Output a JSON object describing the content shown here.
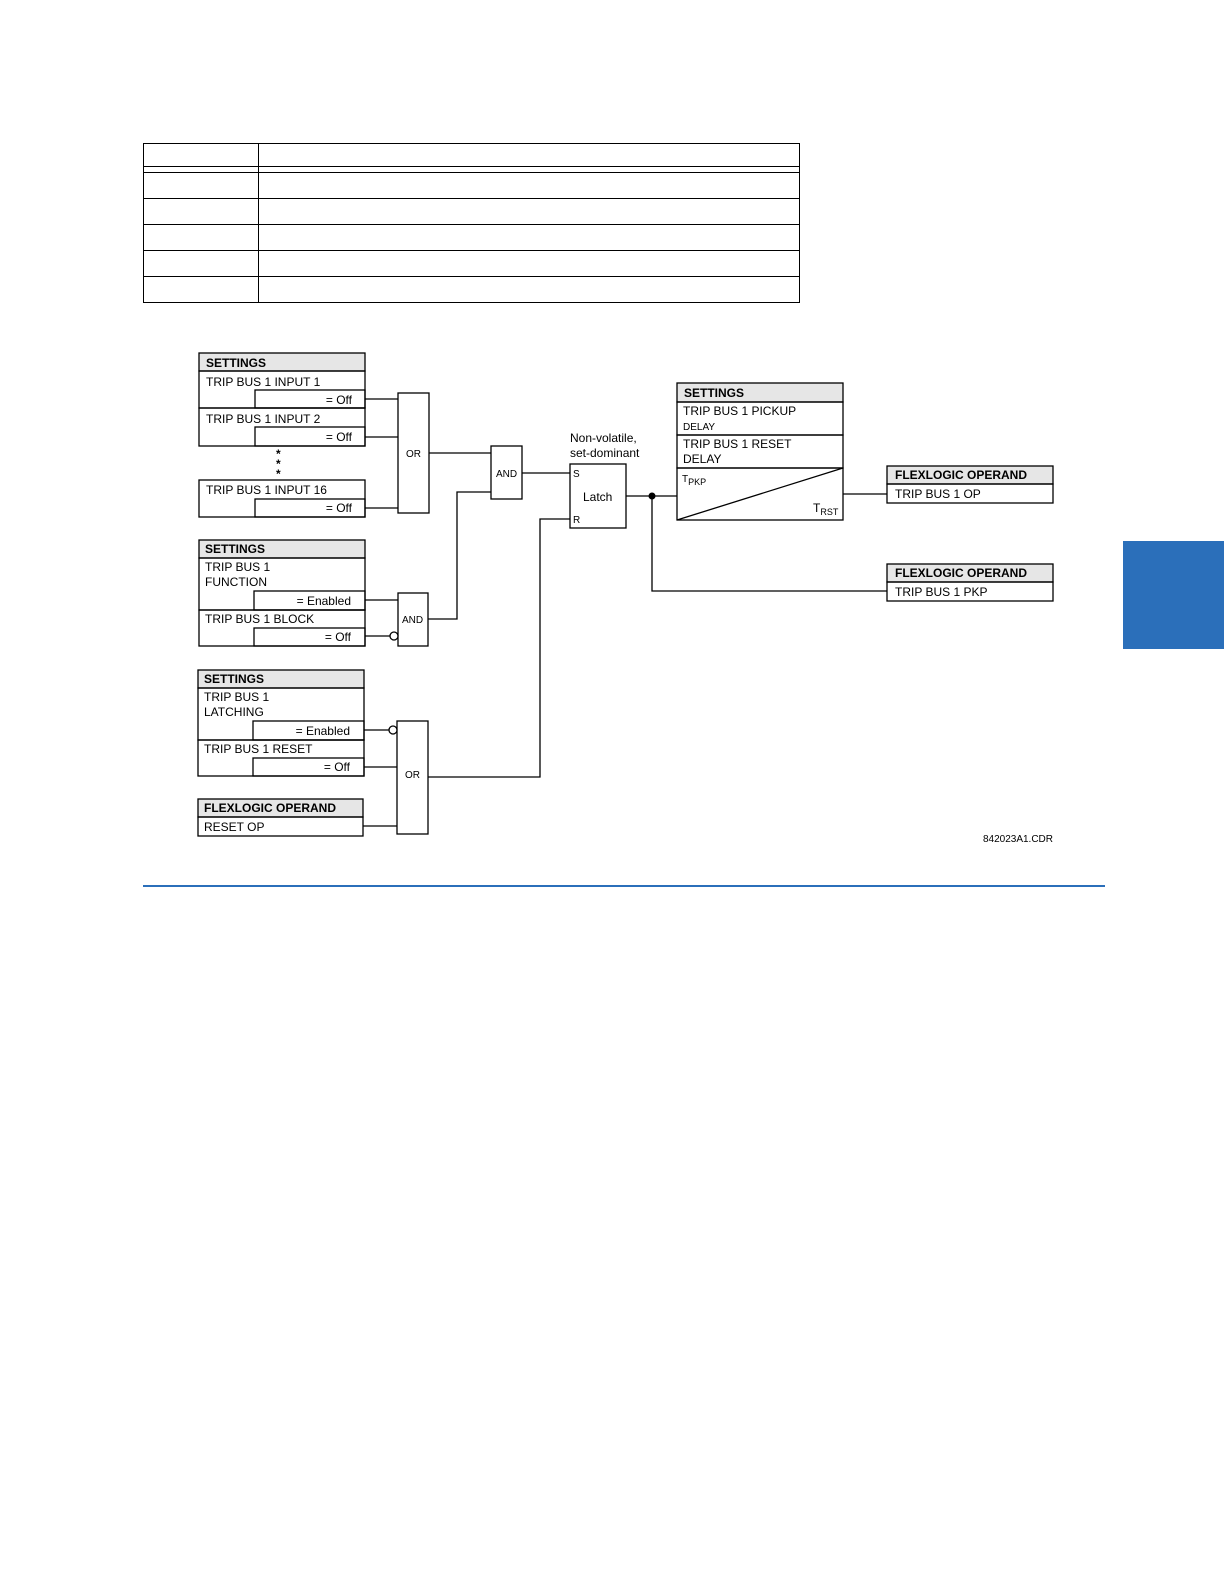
{
  "diagram": {
    "settings_header": "SETTINGS",
    "flexlogic_header": "FLEXLOGIC OPERAND",
    "trip_bus_input_1": "TRIP BUS 1 INPUT 1",
    "trip_bus_input_2": "TRIP BUS 1 INPUT 2",
    "trip_bus_input_16": "TRIP BUS 1 INPUT 16",
    "ellipsis": "* * *",
    "off_value": "= Off",
    "enabled_value": "= Enabled",
    "function_line1": "TRIP BUS 1",
    "function_line2": "FUNCTION",
    "block_label": "TRIP BUS 1 BLOCK",
    "latching_line1": "TRIP BUS 1",
    "latching_line2": "LATCHING",
    "reset_label": "TRIP BUS 1 RESET",
    "reset_op": "RESET OP",
    "or_gate": "OR",
    "and_gate": "AND",
    "latch_note_line1": "Non-volatile,",
    "latch_note_line2": "set-dominant",
    "latch_label": "Latch",
    "latch_set": "S",
    "latch_reset": "R",
    "pickup_line1": "TRIP BUS 1 PICKUP",
    "pickup_line2": "DELAY",
    "reset_delay_line1": "TRIP BUS 1 RESET",
    "reset_delay_line2": "DELAY",
    "tpkp_main": "T",
    "tpkp_sub": "PKP",
    "trst_main": "T",
    "trst_sub": "RST",
    "operand_op": "TRIP BUS 1 OP",
    "operand_pkp": "TRIP BUS 1 PKP",
    "figure_code": "842023A1.CDR"
  },
  "colors": {
    "accent": "#2b6fba",
    "header_fill": "#e6e6e6"
  }
}
